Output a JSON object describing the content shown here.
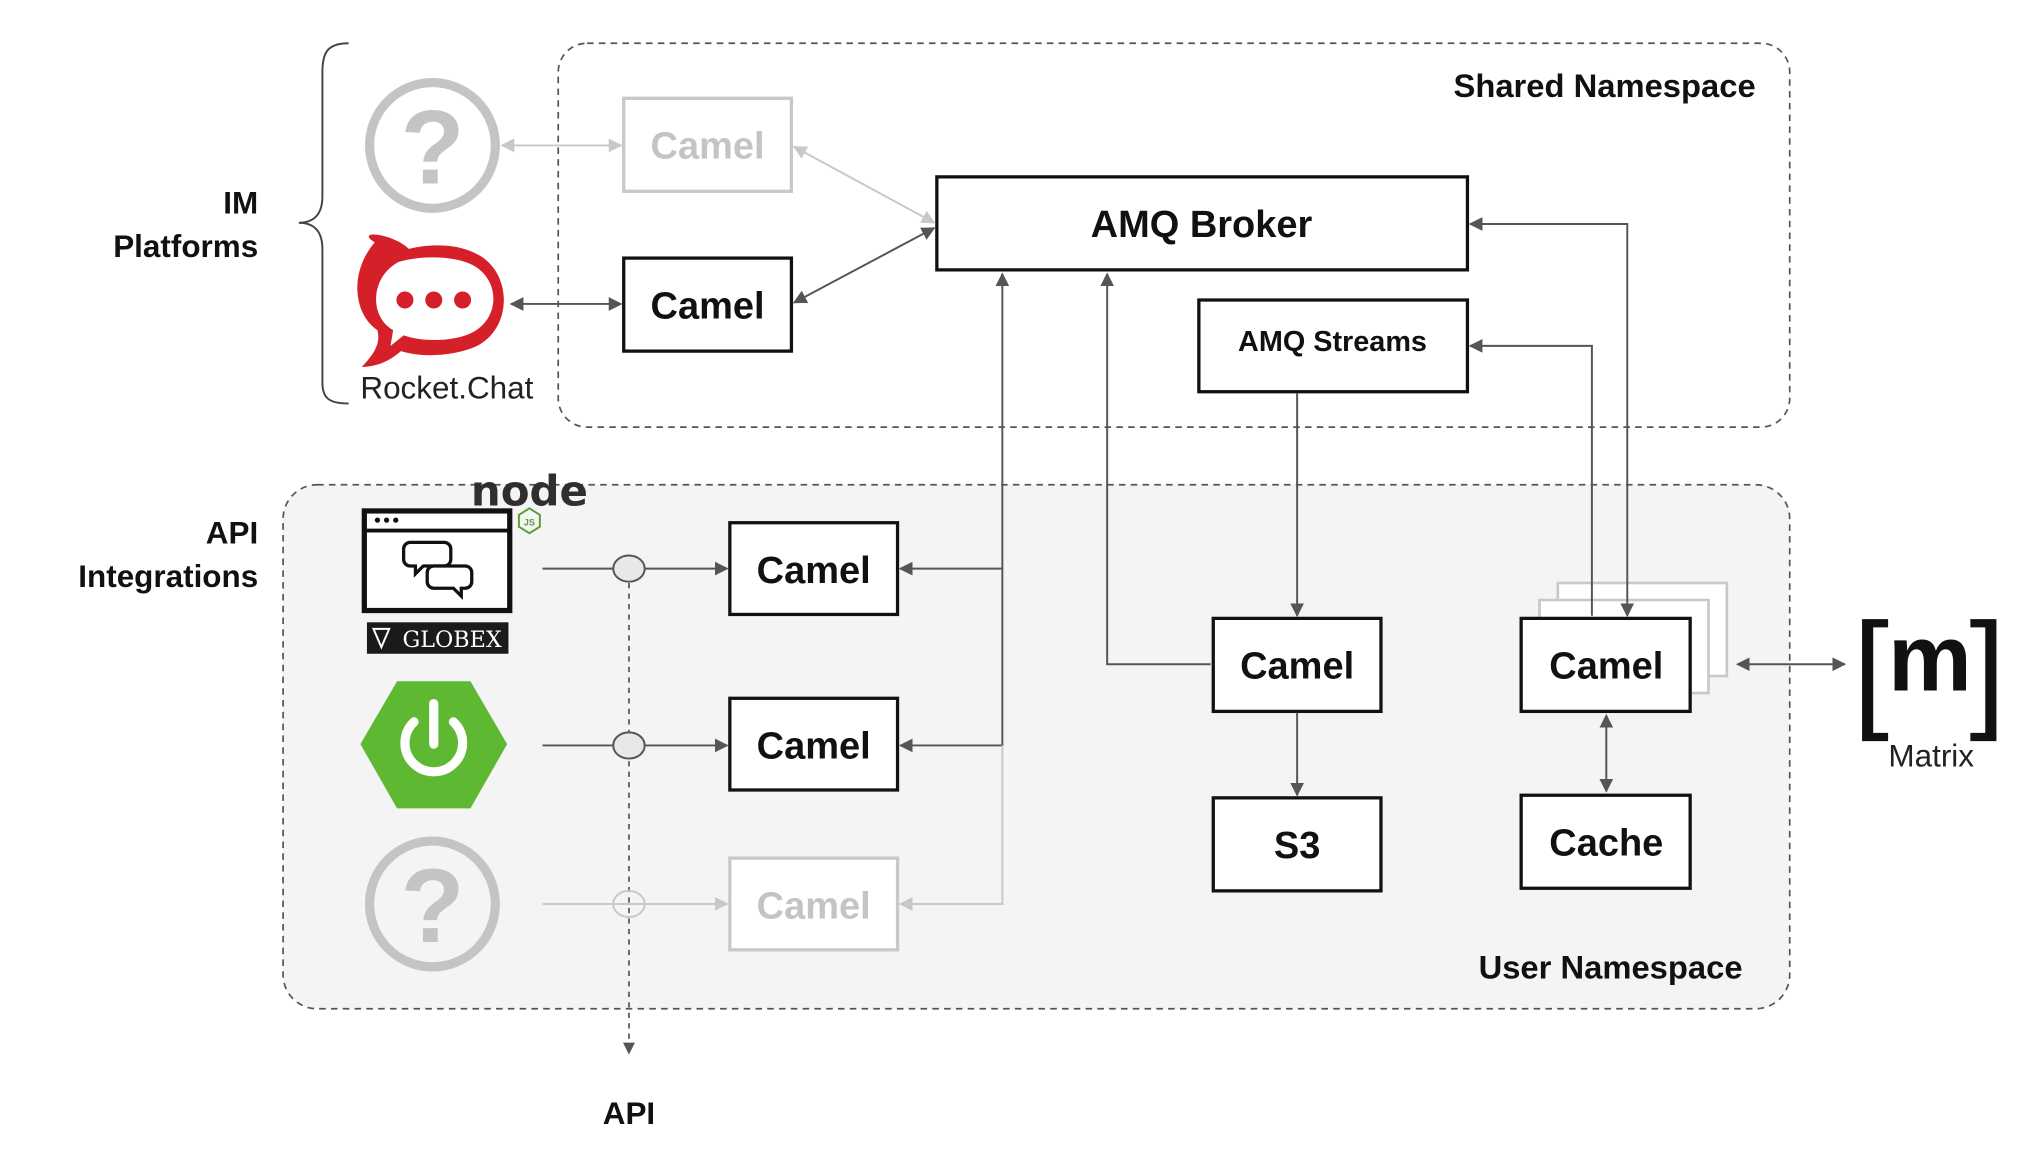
{
  "labels": {
    "im_platforms": [
      "IM",
      "Platforms"
    ],
    "api_integrations": [
      "API",
      "Integrations"
    ],
    "api": "API"
  },
  "namespaces": {
    "shared": "Shared Namespace",
    "user": "User Namespace"
  },
  "platforms": {
    "unknown_im_glyph": "?",
    "rocket_chat": "Rocket.Chat",
    "globex": "GLOBEX",
    "node": "node",
    "node_js": "JS",
    "unknown_api_glyph": "?",
    "matrix_letter": "m",
    "matrix_left_bracket": "[",
    "matrix_right_bracket": "]",
    "matrix": "Matrix"
  },
  "boxes": {
    "camel_im_unknown": "Camel",
    "camel_rocket": "Camel",
    "amq_broker": "AMQ Broker",
    "amq_streams": "AMQ Streams",
    "camel_api_1": "Camel",
    "camel_api_2": "Camel",
    "camel_api_3": "Camel",
    "camel_s3": "Camel",
    "s3": "S3",
    "camel_matrix": "Camel",
    "cache": "Cache"
  },
  "colors": {
    "rocket_red": "#d5202a",
    "spring_green": "#5fb832",
    "node_green": "#5a9e3c",
    "faded_gray": "#c4c4c4",
    "line_dark": "#555555"
  }
}
